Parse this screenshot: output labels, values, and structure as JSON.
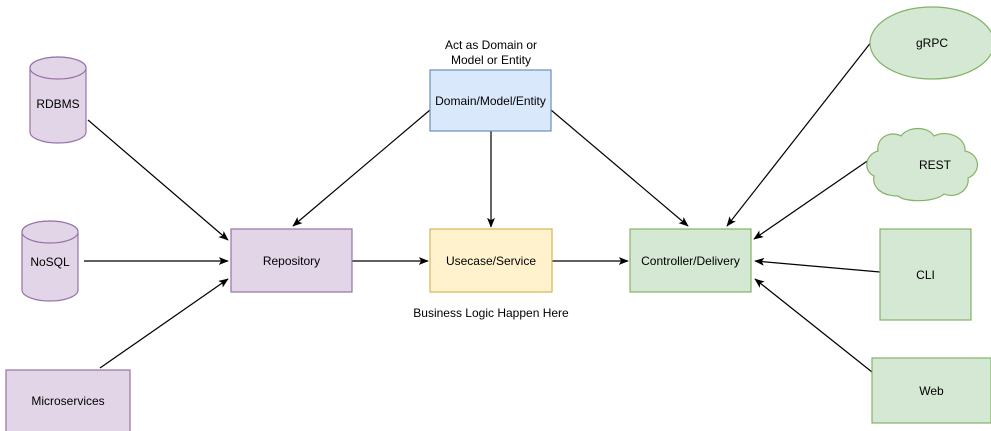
{
  "diagram": {
    "title": "Clean Architecture Layers Diagram",
    "background": "#ffffff",
    "palette": {
      "purple_fill": "#e1d5e7",
      "purple_stroke": "#9673a6",
      "blue_fill": "#dae8fc",
      "blue_stroke": "#6c8ebf",
      "yellow_fill": "#ffe6cc",
      "yellow_stroke": "#d6b656",
      "yellow_fill_actual": "#fff2cc",
      "green_fill": "#d5e8d4",
      "green_stroke": "#82b366",
      "edge_color": "#000000",
      "text_color": "#000000"
    },
    "nodes": {
      "rdbms": {
        "label": "RDBMS",
        "shape": "cylinder",
        "fill": "#e1d5e7",
        "stroke": "#9673a6"
      },
      "nosql": {
        "label": "NoSQL",
        "shape": "cylinder",
        "fill": "#e1d5e7",
        "stroke": "#9673a6"
      },
      "microservices": {
        "label": "Microservices",
        "shape": "rectangle",
        "fill": "#e1d5e7",
        "stroke": "#9673a6"
      },
      "repository": {
        "label": "Repository",
        "shape": "rectangle",
        "fill": "#e1d5e7",
        "stroke": "#9673a6"
      },
      "domain": {
        "label": "Domain/Model/Entity",
        "shape": "rectangle",
        "fill": "#dae8fc",
        "stroke": "#6c8ebf"
      },
      "usecase": {
        "label": "Usecase/Service",
        "shape": "rectangle",
        "fill": "#fff2cc",
        "stroke": "#d6b656"
      },
      "controller": {
        "label": "Controller/Delivery",
        "shape": "rectangle",
        "fill": "#d5e8d4",
        "stroke": "#82b366"
      },
      "grpc": {
        "label": "gRPC",
        "shape": "ellipse",
        "fill": "#d5e8d4",
        "stroke": "#82b366"
      },
      "rest": {
        "label": "REST",
        "shape": "cloud",
        "fill": "#d5e8d4",
        "stroke": "#82b366"
      },
      "cli": {
        "label": "CLI",
        "shape": "rectangle",
        "fill": "#d5e8d4",
        "stroke": "#82b366"
      },
      "web": {
        "label": "Web",
        "shape": "rectangle",
        "fill": "#d5e8d4",
        "stroke": "#82b366"
      }
    },
    "annotations": {
      "domain_note": "Act as Domain or\nModel or Entity",
      "usecase_note": "Business Logic Happen Here"
    },
    "edges": [
      {
        "from": "rdbms",
        "to": "repository",
        "label": ""
      },
      {
        "from": "nosql",
        "to": "repository",
        "label": ""
      },
      {
        "from": "microservices",
        "to": "repository",
        "label": ""
      },
      {
        "from": "domain",
        "to": "repository",
        "label": ""
      },
      {
        "from": "domain",
        "to": "usecase",
        "label": ""
      },
      {
        "from": "domain",
        "to": "controller",
        "label": ""
      },
      {
        "from": "repository",
        "to": "usecase",
        "label": ""
      },
      {
        "from": "usecase",
        "to": "controller",
        "label": ""
      },
      {
        "from": "grpc",
        "to": "controller",
        "label": ""
      },
      {
        "from": "rest",
        "to": "controller",
        "label": ""
      },
      {
        "from": "cli",
        "to": "controller",
        "label": ""
      },
      {
        "from": "web",
        "to": "controller",
        "label": ""
      }
    ]
  }
}
